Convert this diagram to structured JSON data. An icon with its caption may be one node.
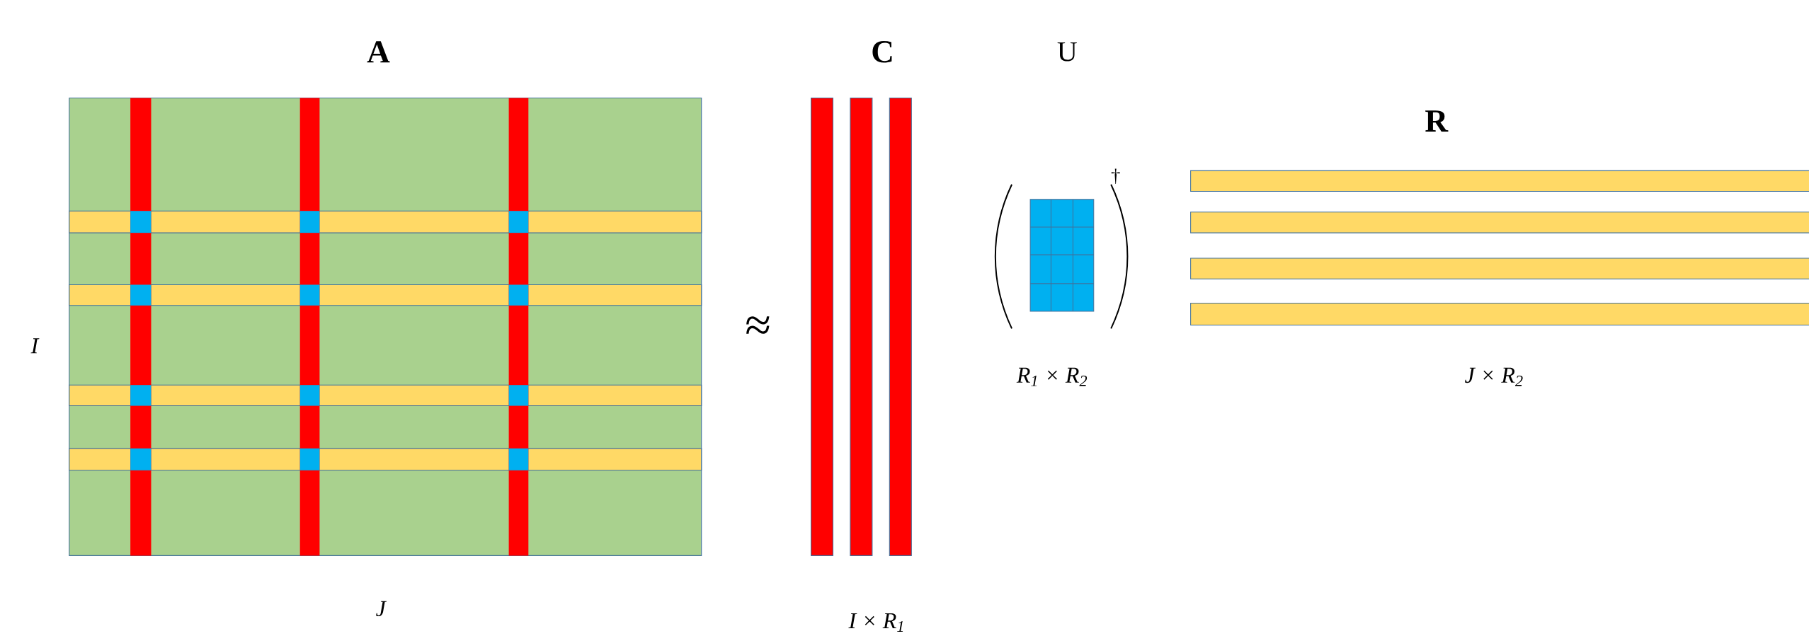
{
  "diagram": {
    "labels": [
      "A",
      "C",
      "U",
      "R",
      "†",
      "I",
      "≈",
      "R$_{1}$ × R$_{2}$",
      "J × R$_{2}$",
      "J",
      "I × R$_{1}$"
    ]
  }
}
